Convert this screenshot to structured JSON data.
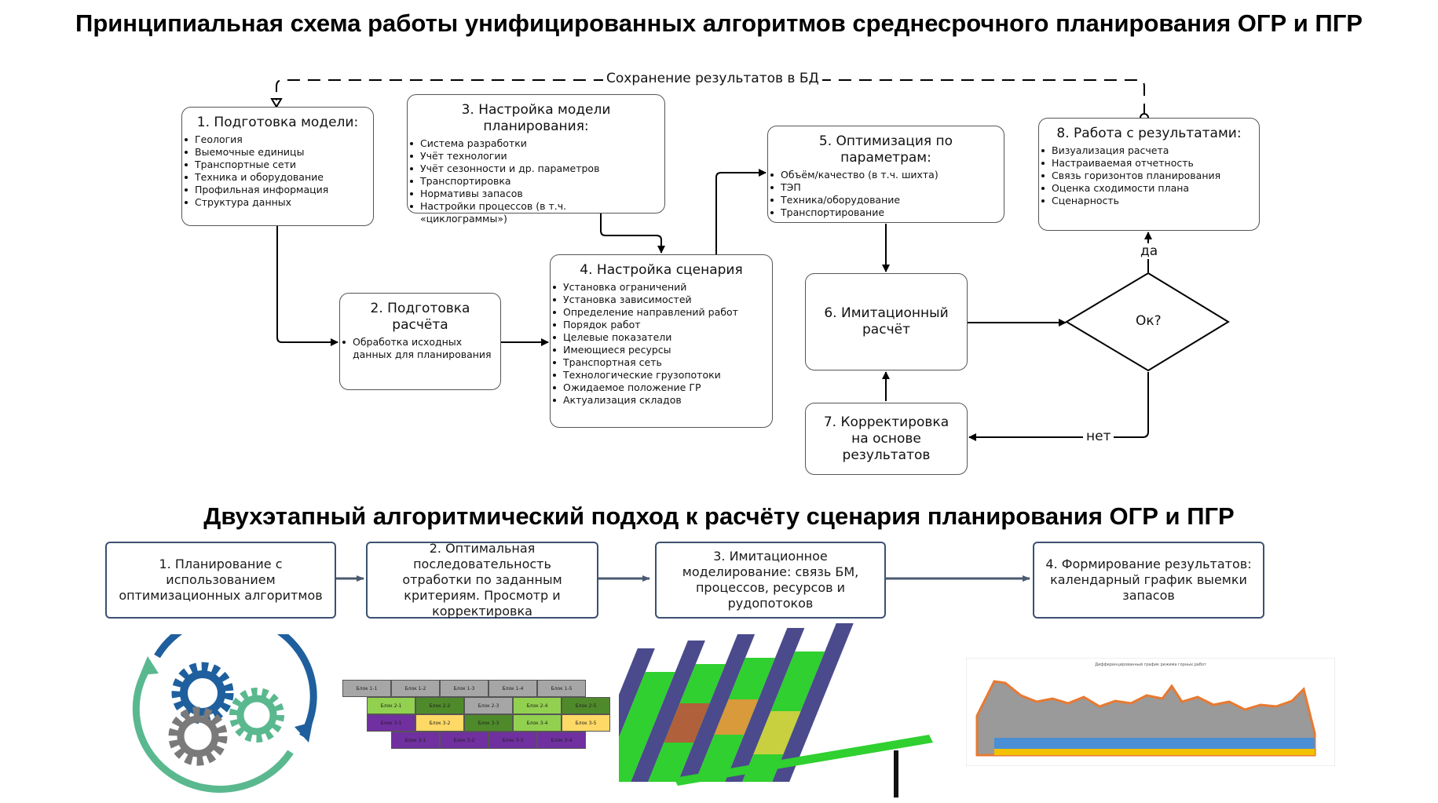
{
  "titles": {
    "main": "Принципиальная схема работы унифицированных алгоритмов среднесрочного планирования ОГР и ПГР",
    "second": "Двухэтапный алгоритмический подход к расчёту сценария планирования ОГР и ПГР"
  },
  "flow": {
    "save_label": "Сохранение результатов в БД",
    "yes_label": "да",
    "no_label": "нет",
    "decision": "Ок?",
    "box1": {
      "title": "1. Подготовка модели:",
      "items": [
        "Геология",
        "Выемочные единицы",
        "Транспортные сети",
        "Техника и оборудование",
        "Профильная информация",
        "Структура данных"
      ]
    },
    "box2": {
      "title": "2. Подготовка расчёта",
      "items": [
        "Обработка исходных данных для планирования"
      ]
    },
    "box3": {
      "title": "3. Настройка модели планирования:",
      "items": [
        "Система разработки",
        "Учёт технологии",
        "Учёт сезонности и др. параметров",
        "Транспортировка",
        "Нормативы запасов",
        "Настройки процессов (в т.ч. «циклограммы»)"
      ]
    },
    "box4": {
      "title": "4. Настройка сценария",
      "items": [
        "Установка ограничений",
        "Установка зависимостей",
        "Определение направлений работ",
        "Порядок работ",
        "Целевые показатели",
        "Имеющиеся ресурсы",
        "Транспортная сеть",
        "Технологические грузопотоки",
        "Ожидаемое положение ГР",
        "Актуализация складов"
      ]
    },
    "box5": {
      "title": "5. Оптимизация по параметрам:",
      "items": [
        "Объём/качество (в т.ч. шихта)",
        "ТЭП",
        "Техника/оборудование",
        "Транспортирование"
      ]
    },
    "box6": {
      "title": "6. Имитационный расчёт"
    },
    "box7": {
      "title": "7. Корректировка на основе результатов"
    },
    "box8": {
      "title": "8. Работа с результатами:",
      "items": [
        "Визуализация расчета",
        "Настраиваемая отчетность",
        "Связь горизонтов планирования",
        "Оценка сходимости плана",
        "Сценарность"
      ]
    }
  },
  "steps": [
    "1. Планирование с использованием оптимизационных алгоритмов",
    "2. Оптимальная последовательность отработки по заданным критериям. Просмотр и корректировка",
    "3. Имитационное моделирование: связь БМ, процессов, ресурсов и рудопотоков",
    "4. Формирование результатов: календарный график выемки запасов"
  ],
  "blocks": {
    "row1": [
      "Блок 1-1",
      "Блок 1-2",
      "Блок 1-3",
      "Блок 1-4",
      "Блок 1-5"
    ],
    "row2": [
      "Блок 2-1",
      "Блок 2-2",
      "Блок 2-3",
      "Блок 2-4",
      "Блок 2-5"
    ],
    "row3": [
      "Блок 3-1",
      "Блок 3-2",
      "Блок 3-3",
      "Блок 3-4",
      "Блок 3-5"
    ],
    "row4": [
      "Блок 3-1",
      "Блок 3-2",
      "Блок 3-3",
      "Блок 3-4"
    ],
    "colors": {
      "row1": [
        "#a6a6a6",
        "#a6a6a6",
        "#a6a6a6",
        "#a6a6a6",
        "#a6a6a6"
      ],
      "row2": [
        "#92d050",
        "#4f8a2a",
        "#a6a6a6",
        "#92d050",
        "#4f8a2a"
      ],
      "row3": [
        "#7030a0",
        "#ffd966",
        "#4f8a2a",
        "#92d050",
        "#ffd966"
      ],
      "row4": [
        "#7030a0",
        "#7030a0",
        "#7030a0",
        "#7030a0"
      ]
    }
  },
  "mini_chart": {
    "title": "Дифференцированный график режима горных работ"
  },
  "icons": {
    "cycle": "gears-cycle-icon",
    "model3d": "3d-mine-model-icon",
    "colors": {
      "gear_blue": "#1f5f9e",
      "gear_teal": "#5ab88f",
      "gear_gray": "#7a7a7a",
      "step_border": "#3b5170"
    }
  }
}
